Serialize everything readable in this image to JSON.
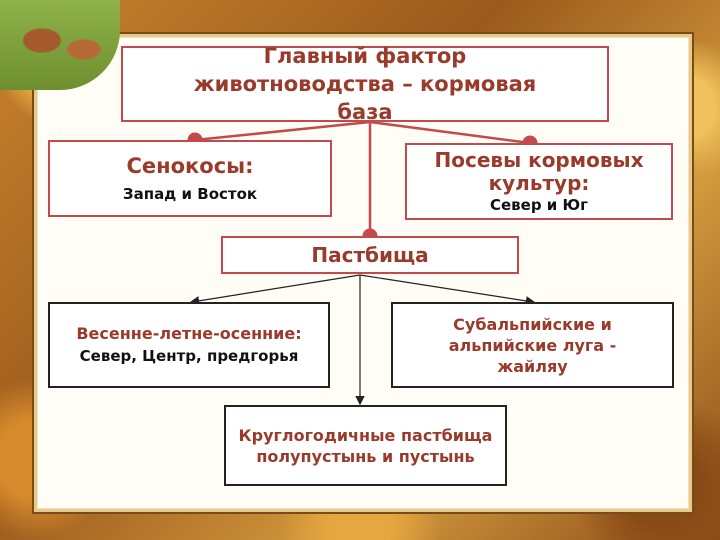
{
  "nodes": {
    "main": {
      "title": "Главный фактор животноводства – кормовая база"
    },
    "hayfields": {
      "title": "Сенокосы:",
      "subtitle": "Запад и Восток"
    },
    "crops": {
      "title": "Посевы кормовых культур:",
      "subtitle": "Север и Юг"
    },
    "pastures": {
      "title": "Пастбища"
    },
    "seasonal": {
      "title": "Весенне-летне-осенние:",
      "subtitle": "Север, Центр, предгорья"
    },
    "alpine": {
      "title": "Субальпийские и альпийские луга - жайляу"
    },
    "yearround": {
      "title": "Круглогодичные пастбища полупустынь и пустынь"
    }
  },
  "colors": {
    "accent_text": "#9a3a2a",
    "red_border": "#c24a4a",
    "black_border": "#222222"
  }
}
